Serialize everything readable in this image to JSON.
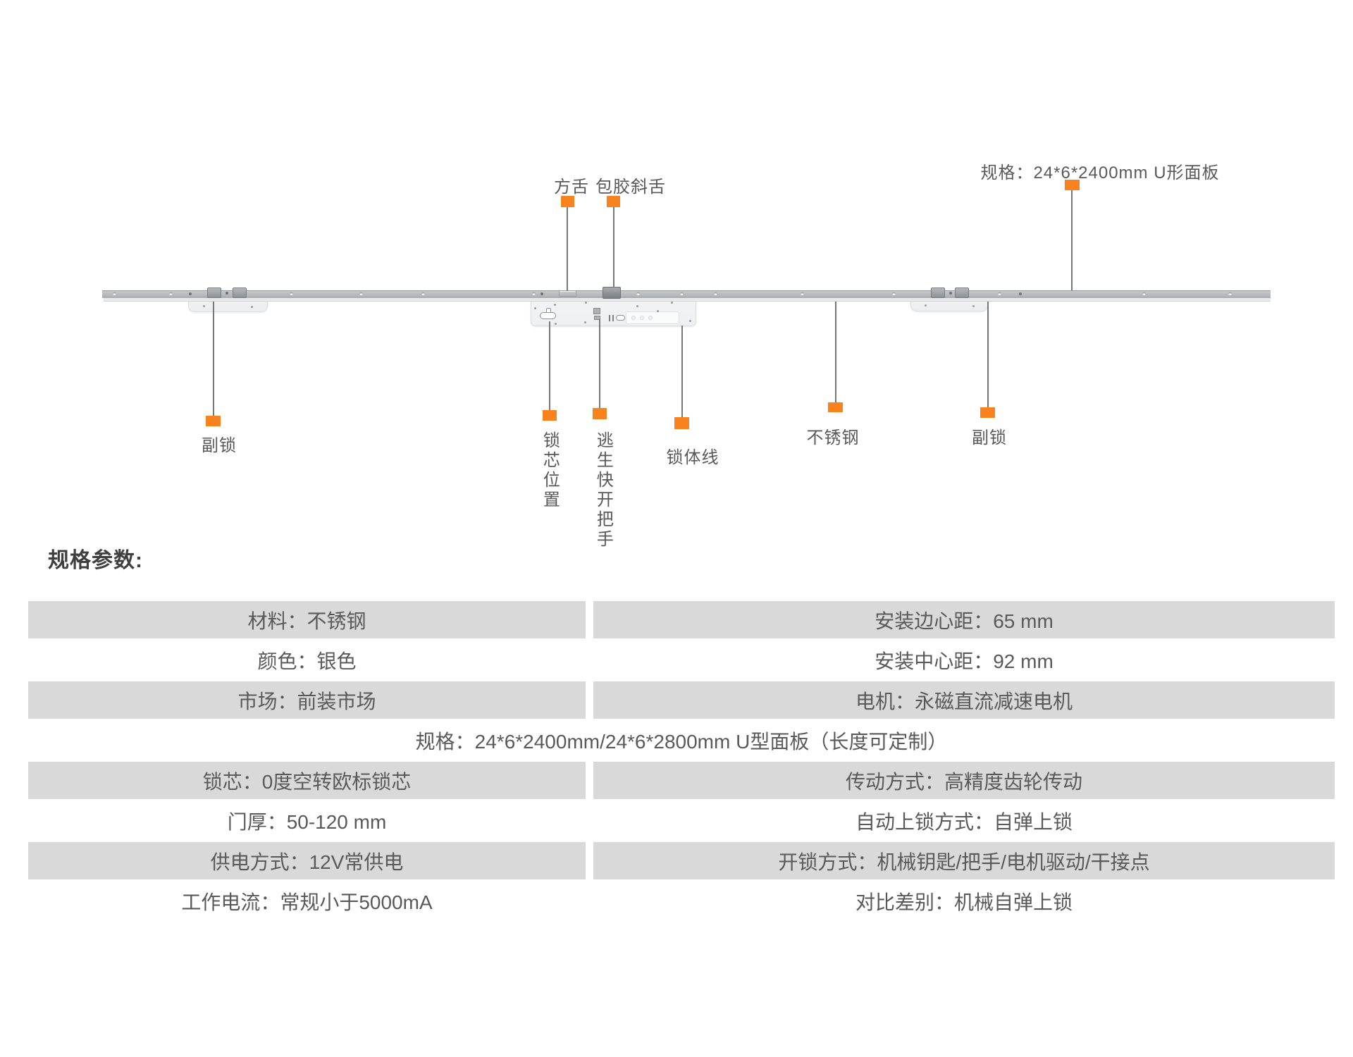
{
  "diagram": {
    "labels": {
      "square_bolt": "方舌",
      "rubber_latch": "包胶斜舌",
      "panel_spec": "规格：24*6*2400mm  U形面板",
      "aux_lock_left": "副锁",
      "cylinder_position": "锁芯位置",
      "escape_handle": "逃生快开把手",
      "lock_body_wire": "锁体线",
      "stainless_steel": "不锈钢",
      "aux_lock_right": "副锁"
    }
  },
  "specs": {
    "heading": "规格参数:",
    "rows": [
      {
        "left": "材料：不锈钢",
        "right": "安装边心距：65 mm"
      },
      {
        "left": "颜色：银色",
        "right": "安装中心距：92 mm"
      },
      {
        "left": "市场：前装市场",
        "right": "电机：永磁直流减速电机"
      },
      {
        "full": "规格：24*6*2400mm/24*6*2800mm U型面板（长度可定制）"
      },
      {
        "left": "锁芯：0度空转欧标锁芯",
        "right": "传动方式：高精度齿轮传动"
      },
      {
        "left": "门厚：50-120 mm",
        "right": "自动上锁方式：自弹上锁"
      },
      {
        "left": "供电方式：12V常供电",
        "right": "开锁方式：机械钥匙/把手/电机驱动/干接点"
      },
      {
        "left": "工作电流：常规小于5000mA",
        "right": "对比差别：机械自弹上锁"
      }
    ]
  },
  "colors": {
    "accent_orange": "#F8821E",
    "row_gray": "#D9D9D9",
    "text_gray": "#595959",
    "heading_gray": "#3F3F3F",
    "line_gray": "#76797C"
  }
}
